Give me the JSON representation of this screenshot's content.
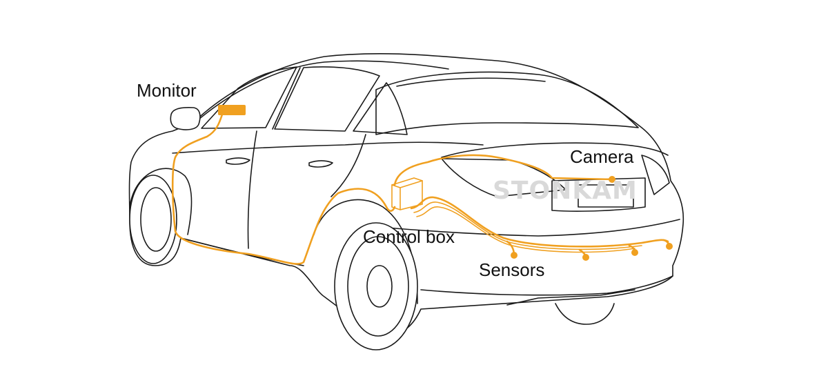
{
  "labels": {
    "monitor": "Monitor",
    "camera": "Camera",
    "control_box": "Control box",
    "sensors": "Sensors"
  },
  "watermark": "STONKAM",
  "colors": {
    "wire": "#f0a020",
    "outline": "#1a1a1a",
    "watermark": "#d9d9d9",
    "background": "#ffffff"
  }
}
